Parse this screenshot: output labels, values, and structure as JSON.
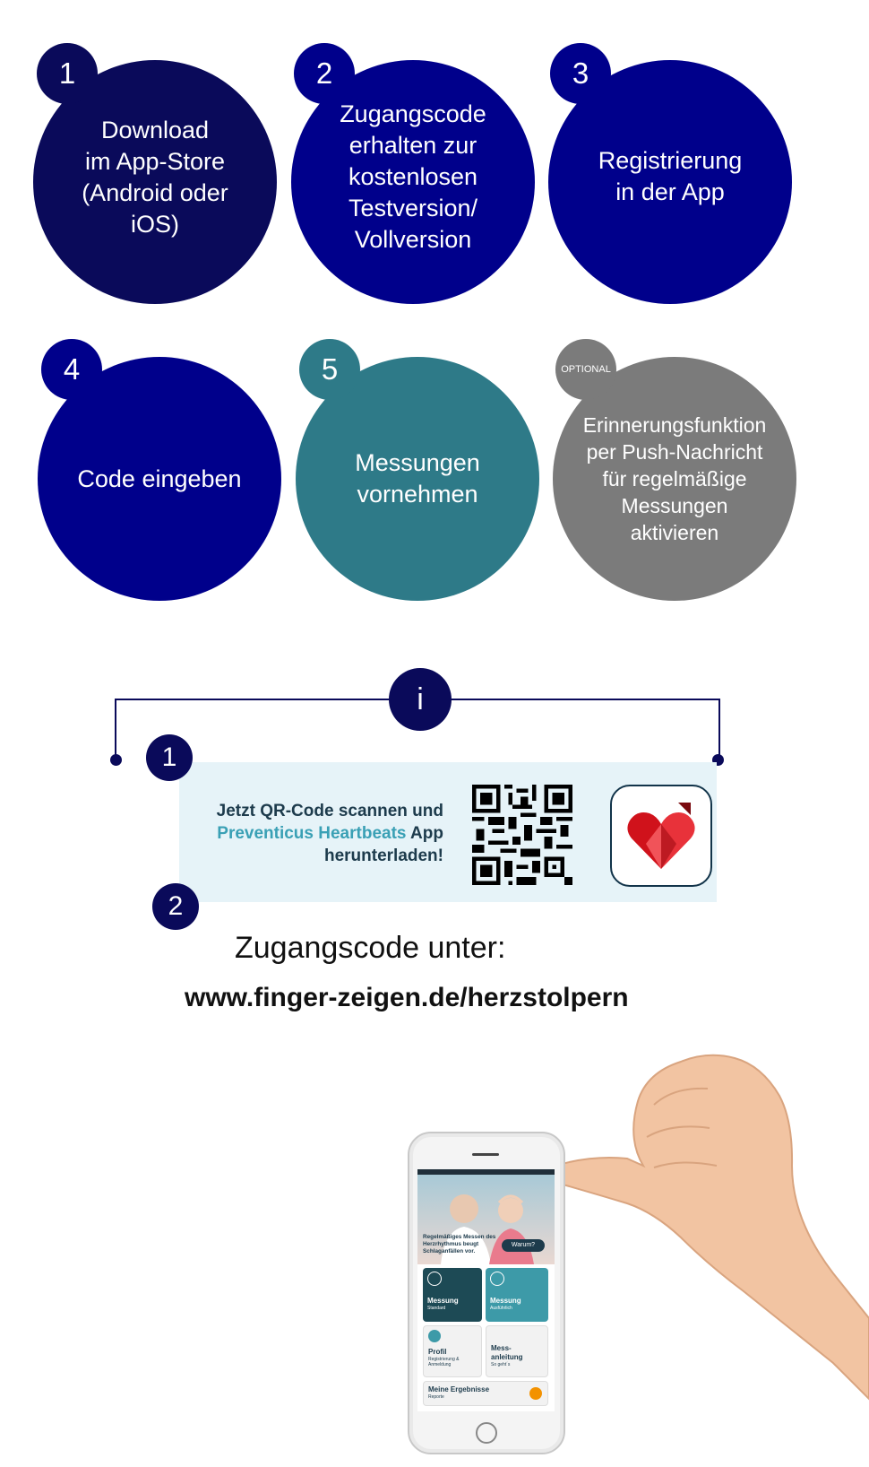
{
  "steps": [
    {
      "number": "1",
      "lines": [
        "Download",
        "im App-Store",
        "(Android oder",
        "iOS)"
      ]
    },
    {
      "number": "2",
      "lines": [
        "Zugangscode",
        "erhalten zur",
        "kostenlosen",
        "Testversion/",
        "Vollversion"
      ]
    },
    {
      "number": "3",
      "lines": [
        "Registrierung",
        "in der App"
      ]
    },
    {
      "number": "4",
      "lines": [
        "Code eingeben"
      ]
    },
    {
      "number": "5",
      "lines": [
        "Messungen",
        "vornehmen"
      ]
    },
    {
      "number": "OPTIONAL",
      "lines": [
        "Erinnerungsfunktion",
        "per Push-Nachricht",
        "für regelmäßige",
        "Messungen",
        "aktivieren"
      ]
    }
  ],
  "info": {
    "icon": "i",
    "step1_number": "1",
    "qr_text_line1": "Jetzt QR-Code scannen und",
    "qr_text_brand": "Preventicus Heartbeats",
    "qr_text_app": " App",
    "qr_text_line3": "herunterladen!",
    "step2_number": "2",
    "code_label": "Zugangscode unter:",
    "code_url": "www.finger-zeigen.de/herzstolpern"
  },
  "phone": {
    "hero_text": "Regelmäßiges Messen des Herzrhythmus beugt Schlaganfällen vor.",
    "hero_button": "Warum?",
    "tiles": [
      {
        "title": "Messung",
        "subtitle": "Standard"
      },
      {
        "title": "Messung",
        "subtitle": "Ausführlich"
      },
      {
        "title": "Profil",
        "subtitle": "Registrierung & Anmeldung"
      },
      {
        "title": "Mess-anleitung",
        "subtitle": "So geht´s"
      },
      {
        "title": "Meine Ergebnisse",
        "subtitle": "Reporte"
      }
    ]
  },
  "colors": {
    "navy": "#0a0a5a",
    "blue": "#00008b",
    "teal": "#2e7a88",
    "grey": "#7b7b7b",
    "brand_teal": "#3aa0b5",
    "logo_red": "#d0121b"
  }
}
